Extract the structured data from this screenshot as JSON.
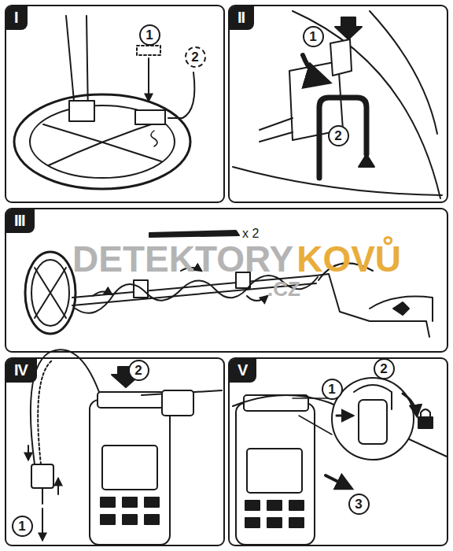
{
  "diagram": {
    "nodes": [
      {
        "text": [
          "I"
        ]
      },
      {
        "text": [
          "II"
        ]
      },
      {
        "text": [
          "III"
        ]
      },
      {
        "text": [
          "IV"
        ]
      },
      {
        "text": [
          "V"
        ]
      }
    ],
    "labels": [
      "1",
      "2",
      "1",
      "2",
      "x 2",
      "DETEKTORY",
      "KOVŮ",
      ".CZ",
      "2",
      "1",
      "1",
      "2",
      "3"
    ]
  }
}
